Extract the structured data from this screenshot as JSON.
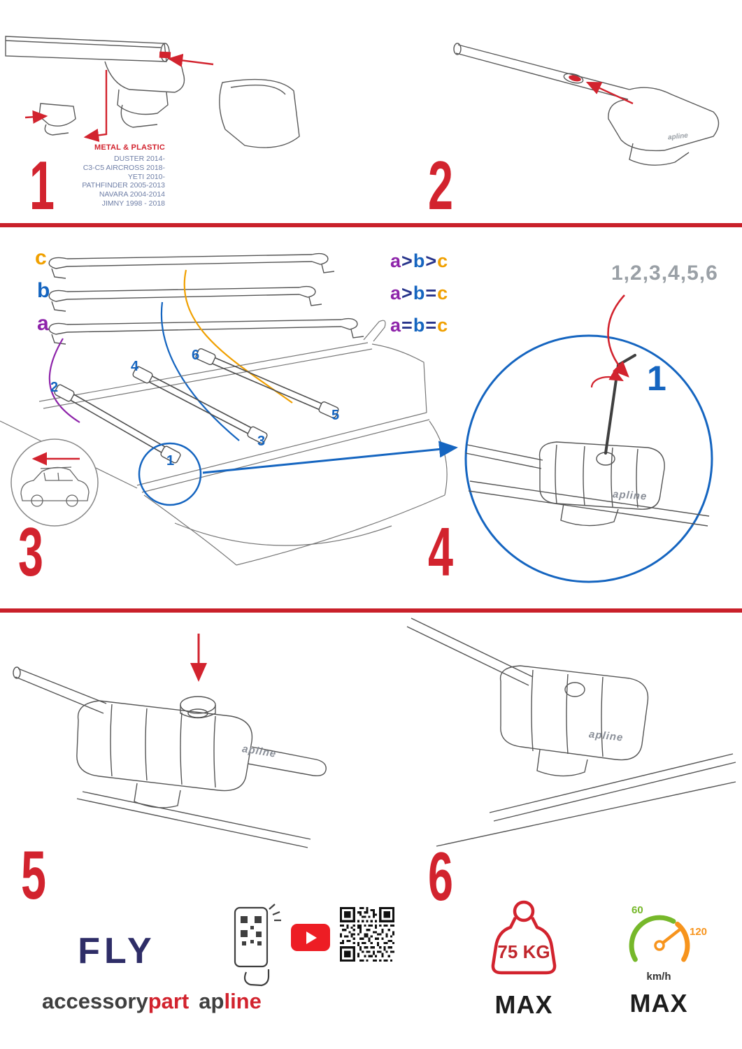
{
  "panel1": {
    "number": "1",
    "material": "METAL & PLASTIC",
    "models": [
      "DUSTER 2014-",
      "C3-C5 AIRCROSS 2018-",
      "YETI 2010-",
      "PATHFINDER 2005-2013",
      "NAVARA 2004-2014",
      "JIMNY 1998 - 2018"
    ]
  },
  "panel2": {
    "number": "2",
    "brand": "apline"
  },
  "panel3": {
    "number": "3",
    "bar_c": "c",
    "bar_b": "b",
    "bar_a": "a",
    "legend": [
      {
        "s1": "a",
        "s2": ">",
        "s3": "b",
        "s4": ">",
        "s5": "c"
      },
      {
        "s1": "a",
        "s2": ">",
        "s3": "b",
        "s4": "=",
        "s5": "c"
      },
      {
        "s1": "a",
        "s2": "=",
        "s3": "b",
        "s4": "=",
        "s5": "c"
      }
    ],
    "positions": [
      "1",
      "2",
      "3",
      "4",
      "5",
      "6"
    ]
  },
  "panel4": {
    "number": "4",
    "sequence": "1,2,3,4,5,6",
    "step": "1",
    "brand": "apline"
  },
  "panel5": {
    "number": "5",
    "brand": "apline"
  },
  "panel6": {
    "number": "6",
    "brand": "apline"
  },
  "footer": {
    "fly": "FLY",
    "brand_accessory": "accessory",
    "brand_part": "part",
    "brand_ap": "ap",
    "brand_line": "line",
    "weight_value": "75 KG",
    "weight_max": "MAX",
    "speed_low": "60",
    "speed_high": "120",
    "speed_unit": "km/h",
    "speed_max": "MAX"
  },
  "colors": {
    "red": "#d2232e",
    "blue": "#1565c0",
    "purple": "#8e24aa",
    "orange": "#f0a000",
    "navy": "#2e2d67",
    "green": "#76b82a",
    "gauge_orange": "#f7941d"
  }
}
